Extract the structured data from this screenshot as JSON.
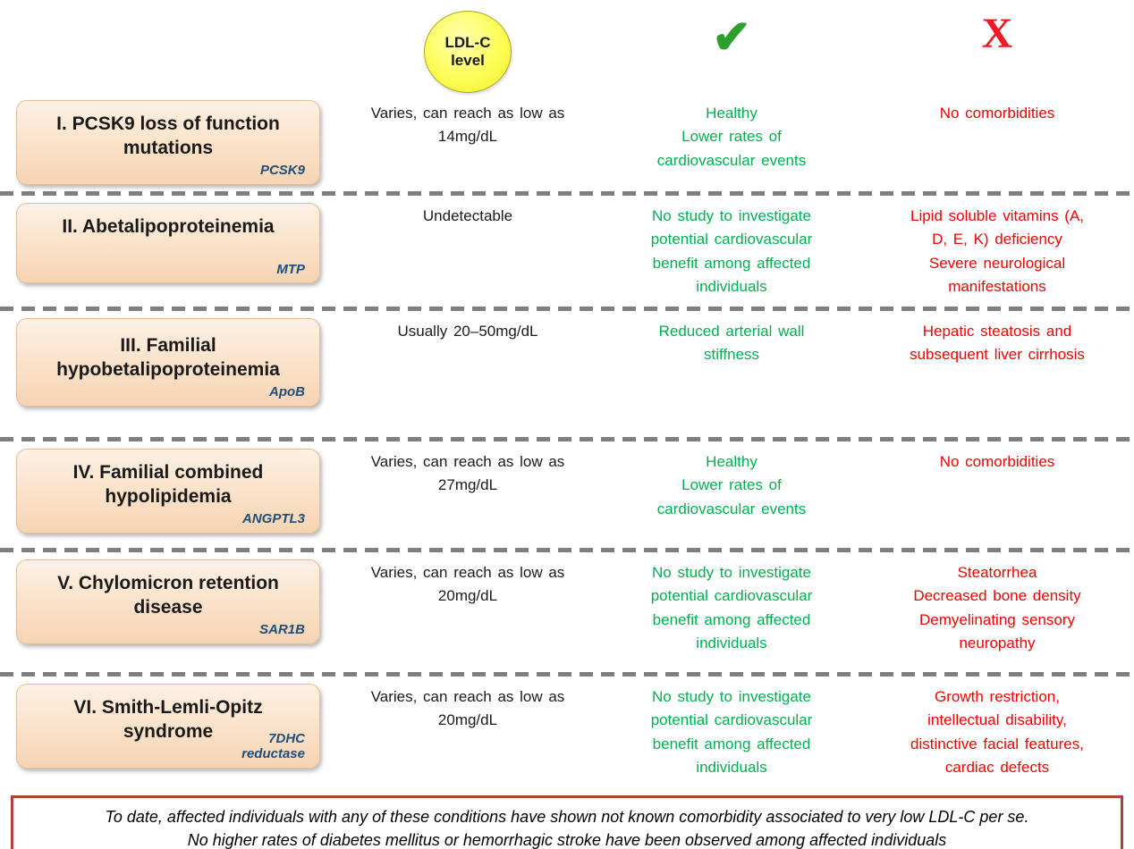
{
  "header": {
    "ldl_circle_label": "LDL-C\nlevel",
    "check_icon_glyph": "✔",
    "cross_icon_glyph": "X"
  },
  "colors": {
    "benefit_green": "#00b050",
    "comorbidity_red": "#f40000",
    "gene_blue": "#1f4e79",
    "box_peach": "#fbe4cd",
    "circle_yellow": "#fdfd55",
    "separator_gray": "#7f7f7f",
    "footer_border_red": "#b0413a"
  },
  "rows": [
    {
      "condition": "I. PCSK9 loss of function\nmutations",
      "gene": "PCSK9",
      "ldl": "Varies, can reach as low as\n14mg/dL",
      "benefit": "Healthy\nLower rates of\ncardiovascular events",
      "comorbidity": "No comorbidities"
    },
    {
      "condition": "II. Abetalipoproteinemia",
      "gene": "MTP",
      "ldl": "Undetectable",
      "benefit": "No study to investigate\npotential cardiovascular\nbenefit among affected\nindividuals",
      "comorbidity": "Lipid soluble vitamins (A,\nD, E, K) deficiency\nSevere neurological\nmanifestations"
    },
    {
      "condition": "III. Familial\nhypobetalipoproteinemia",
      "gene": "ApoB",
      "ldl": "Usually 20–50mg/dL",
      "benefit": "Reduced arterial wall\nstiffness",
      "comorbidity": "Hepatic steatosis and\nsubsequent liver cirrhosis"
    },
    {
      "condition": "IV. Familial combined\nhypolipidemia",
      "gene": "ANGPTL3",
      "ldl": "Varies, can reach as low as\n27mg/dL",
      "benefit": "Healthy\nLower rates of\ncardiovascular events",
      "comorbidity": "No comorbidities"
    },
    {
      "condition": "V. Chylomicron retention\ndisease",
      "gene": "SAR1B",
      "ldl": "Varies, can reach as low as\n20mg/dL",
      "benefit": "No study to investigate\npotential cardiovascular\nbenefit among affected\nindividuals",
      "comorbidity": "Steatorrhea\nDecreased bone density\nDemyelinating sensory\nneuropathy"
    },
    {
      "condition": "VI. Smith-Lemli-Opitz\nsyndrome",
      "gene": "7DHC\nreductase",
      "ldl": "Varies, can reach as low as\n20mg/dL",
      "benefit": "No study to investigate\npotential cardiovascular\nbenefit among affected\nindividuals",
      "comorbidity": "Growth restriction,\nintellectual disability,\ndistinctive facial features,\ncardiac defects"
    }
  ],
  "footer": {
    "note": "To date, affected individuals with any of these conditions have shown not known comorbidity associated to very low LDL-C per se.\nNo higher rates of diabetes mellitus or hemorrhagic stroke have been observed among affected individuals"
  }
}
